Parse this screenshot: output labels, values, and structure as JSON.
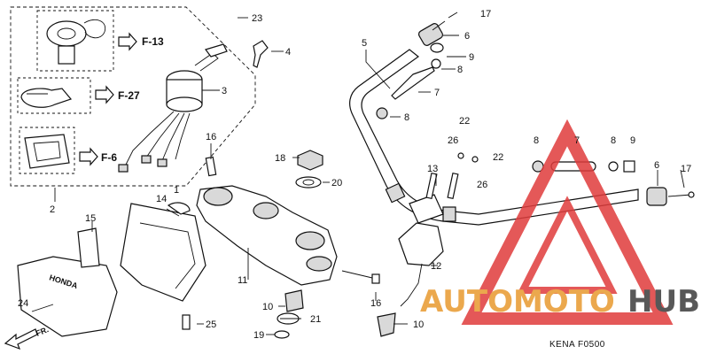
{
  "diagram": {
    "labels": [
      "1",
      "2",
      "3",
      "4",
      "5",
      "6",
      "7",
      "8",
      "9",
      "10",
      "11",
      "12",
      "13",
      "14",
      "15",
      "16",
      "17",
      "18",
      "19",
      "20",
      "21",
      "22",
      "23",
      "24",
      "25",
      "26"
    ],
    "refs": [
      "F-13",
      "F-27",
      "F-6"
    ],
    "footer_code": "KENA  F0500",
    "front_arrow": "FR."
  },
  "watermark": {
    "word_orange": "AUTOMOTO",
    "word_dark": "HUB",
    "colors": {
      "orange": "#e89a2e",
      "dark": "#3b3b3b",
      "triangle": "#e03c3c"
    }
  }
}
